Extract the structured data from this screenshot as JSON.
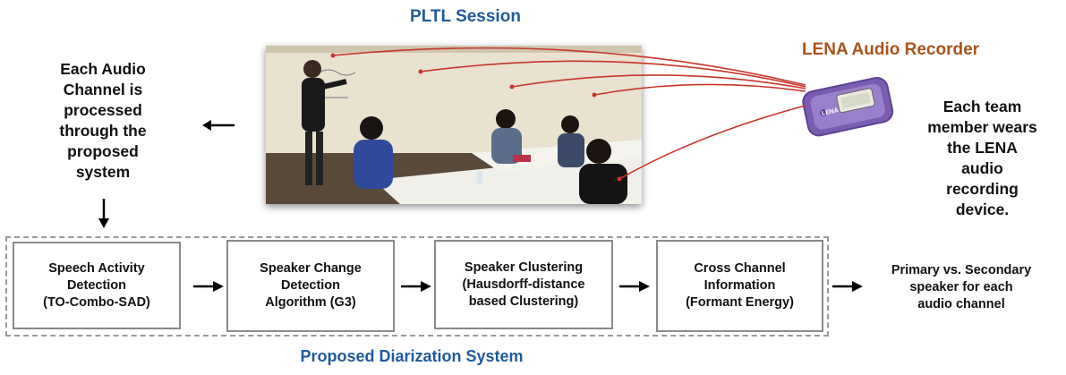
{
  "session_title": "PLTL Session",
  "recorder_title": "LENA Audio Recorder",
  "left_note": "Each Audio\nChannel is\nprocessed\nthrough the\nproposed\nsystem",
  "right_note": "Each team\nmember wears\nthe LENA\naudio\nrecording\ndevice.",
  "device_brand": "LENA",
  "pipeline": [
    {
      "label": "Speech Activity\nDetection\n(TO-Combo-SAD)"
    },
    {
      "label": "Speaker Change\nDetection\nAlgorithm (G3)"
    },
    {
      "label": "Speaker Clustering\n(Hausdorff-distance\nbased Clustering)"
    },
    {
      "label": "Cross Channel\nInformation\n(Formant Energy)"
    }
  ],
  "output": "Primary vs. Secondary\nspeaker for each\naudio channel",
  "system_title": "Proposed Diarization System",
  "colors": {
    "session_title": "#1f5a9c",
    "recorder_title": "#a8541c",
    "connector_lines": "#c8362a",
    "device": "#7a5db0"
  },
  "icons": {
    "arrow_left": "left-arrow-icon",
    "arrow_down": "down-arrow-icon",
    "arrow_right": "right-arrow-icon"
  }
}
